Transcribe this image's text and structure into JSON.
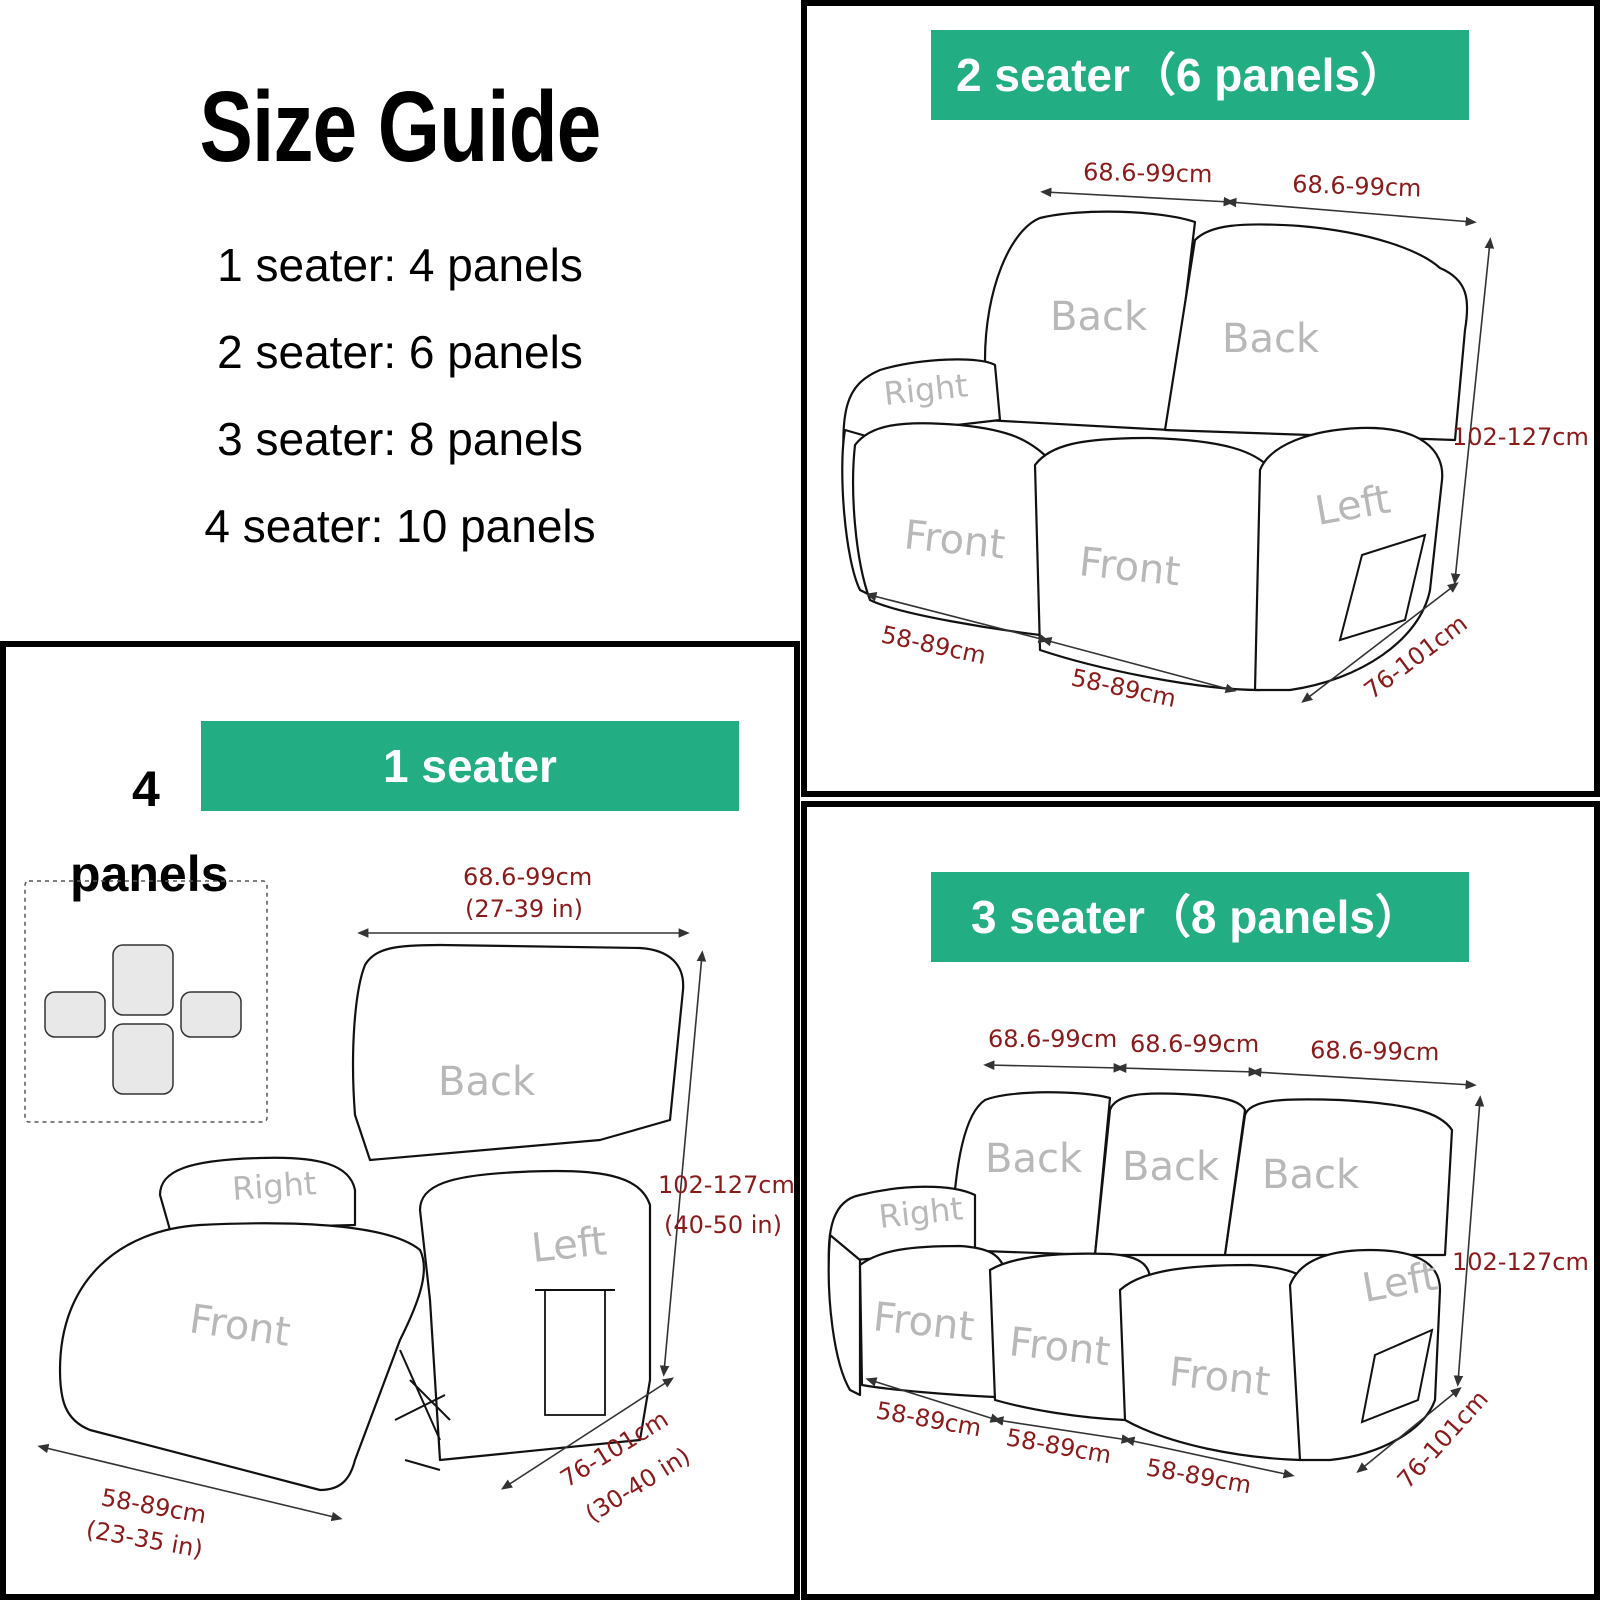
{
  "guide": {
    "title": "Size Guide",
    "lines": [
      "1 seater: 4 panels",
      "2 seater: 6 panels",
      "3 seater: 8 panels",
      "4 seater: 10 panels"
    ]
  },
  "one_seater": {
    "banner": "1 seater",
    "count_number": "4",
    "count_word": "panels",
    "dims": {
      "width_cm": "68.6-99cm",
      "width_in": "(27-39 in)",
      "height_cm": "102-127cm",
      "height_in": "(40-50 in)",
      "depth_cm": "76-101cm",
      "depth_in": "(30-40 in)",
      "seat_cm": "58-89cm",
      "seat_in": "(23-35 in)"
    },
    "labels": {
      "back": "Back",
      "right": "Right",
      "left": "Left",
      "front": "Front"
    }
  },
  "two_seater": {
    "banner": "2 seater（6 panels）",
    "dims": {
      "back1": "68.6-99cm",
      "back2": "68.6-99cm",
      "height": "102-127cm",
      "depth": "76-101cm",
      "seat1": "58-89cm",
      "seat2": "58-89cm"
    },
    "labels": {
      "back1": "Back",
      "back2": "Back",
      "right": "Right",
      "left": "Left",
      "front1": "Front",
      "front2": "Front"
    }
  },
  "three_seater": {
    "banner": "3 seater（8 panels）",
    "dims": {
      "back1": "68.6-99cm",
      "back2": "68.6-99cm",
      "back3": "68.6-99cm",
      "height": "102-127cm",
      "depth": "76-101cm",
      "seat1": "58-89cm",
      "seat2": "58-89cm",
      "seat3": "58-89cm"
    },
    "labels": {
      "back1": "Back",
      "back2": "Back",
      "back3": "Back",
      "right": "Right",
      "left": "Left",
      "front1": "Front",
      "front2": "Front",
      "front3": "Front"
    }
  }
}
